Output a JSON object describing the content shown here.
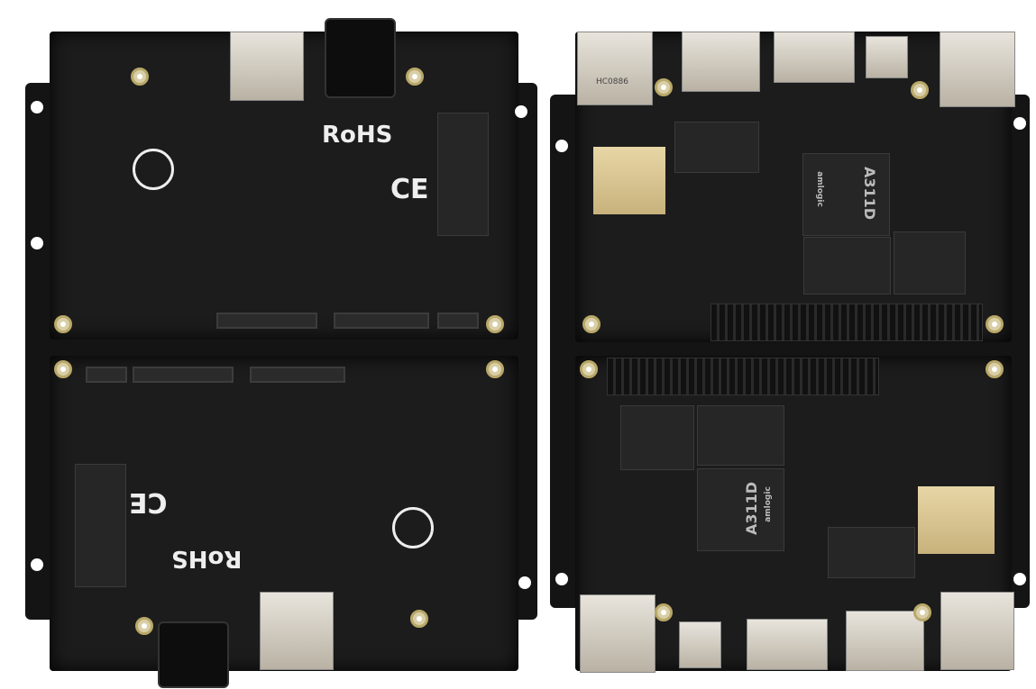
{
  "scene": {
    "description_labels": {
      "rohs_top": "RoHS",
      "rohs_bottom": "RoHS",
      "soc_top": "A311D",
      "soc_bottom": "A311D",
      "soc_brand_top": "amlogic",
      "soc_brand_bottom": "amlogic",
      "usb_label": "HC0886"
    },
    "colors": {
      "pcb": "#1c1c1c",
      "background": "#ffffff",
      "gold": "#c8b27c"
    }
  }
}
